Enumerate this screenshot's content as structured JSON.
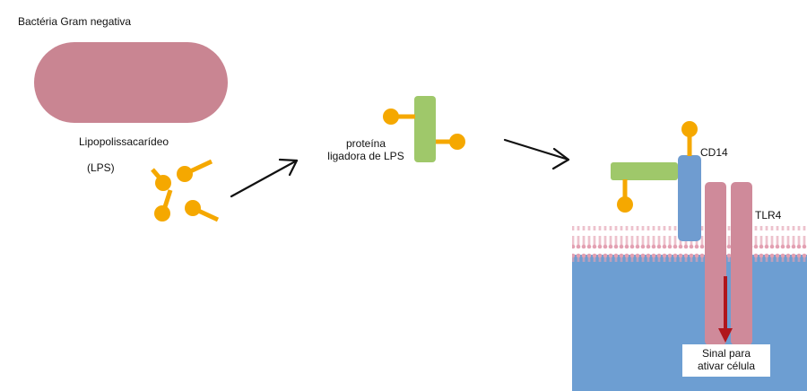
{
  "labels": {
    "bacteria": "Bactéria Gram negativa",
    "lps_name": "Lipopolissacarídeo",
    "lps_abbr": "(LPS)",
    "lbp_line1": "proteína",
    "lbp_line2": "ligadora de LPS",
    "cd14": "CD14",
    "tlr4": "TLR4",
    "signal_line1": "Sinal para",
    "signal_line2": "ativar célula"
  },
  "colors": {
    "bacteria": "#c98592",
    "lps_molecule": "#f5a800",
    "lbp": "#9fc86a",
    "cd14": "#6f9cd0",
    "tlr4": "#cf8a9a",
    "membrane": "#e3a0b2",
    "cytoplasm": "#6d9ed2",
    "signal_arrow": "#b0161c",
    "flow_arrow": "#111111"
  }
}
